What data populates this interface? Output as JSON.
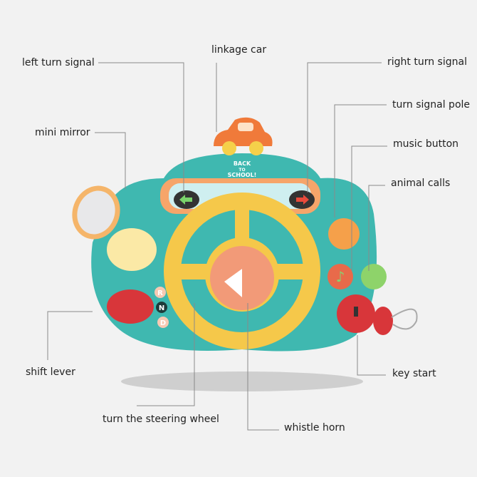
{
  "labels": {
    "linkage_car": "linkage car",
    "left_turn_signal": "left turn signal",
    "right_turn_signal": "right turn signal",
    "turn_signal_pole": "turn signal pole",
    "mini_mirror": "mini mirror",
    "music_button": "music button",
    "animal_calls": "animal calls",
    "shift_lever": "shift lever",
    "key_start": "key start",
    "steering_wheel": "turn the steering wheel",
    "whistle_horn": "whistle horn"
  },
  "toy": {
    "screen_text_1": "BACK",
    "screen_text_2": "TO",
    "screen_text_3": "SCHOOL!",
    "gears": [
      "R",
      "N",
      "D"
    ]
  },
  "colors": {
    "body": "#3fb8b0",
    "wheel": "#f5c84a",
    "horn": "#f29a78",
    "red": "#d8363a",
    "car": "#f07a3a"
  }
}
